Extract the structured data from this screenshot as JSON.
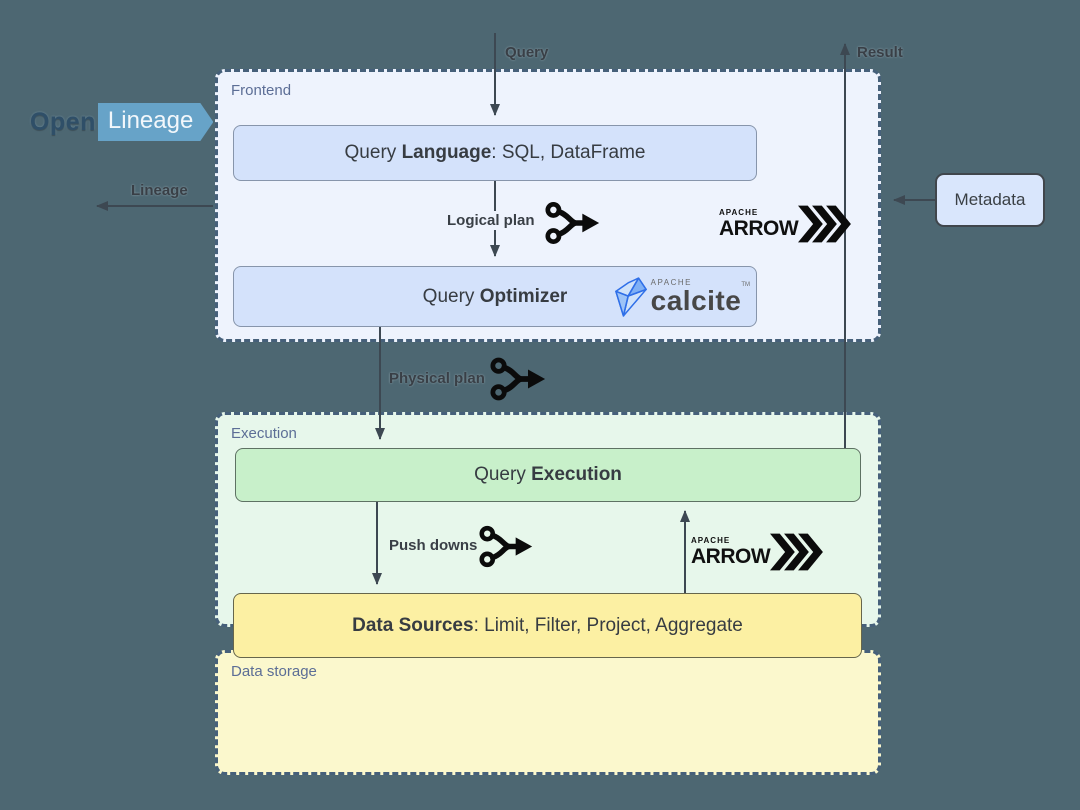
{
  "background": "#4d6772",
  "logos": {
    "openlineage": {
      "open": "Open",
      "lineage": "Lineage"
    },
    "apache_arrow": {
      "apache": "APACHE",
      "name": "ARROW"
    },
    "apache_calcite": {
      "apache": "APACHE",
      "name": "calcite",
      "tm": "TM"
    }
  },
  "zones": {
    "frontend": {
      "label": "Frontend",
      "fill": "#eef3fd"
    },
    "execution": {
      "label": "Execution",
      "fill": "#e7f7eb"
    },
    "data_storage": {
      "label": "Data storage",
      "fill": "#fbf8cd"
    }
  },
  "nodes": {
    "query_language": {
      "pre": "Query ",
      "bold": "Language",
      "post": ": SQL, DataFrame",
      "fill": "#d4e2fb"
    },
    "query_optimizer": {
      "pre": "Query ",
      "bold": "Optimizer",
      "fill": "#d4e2fb"
    },
    "query_execution": {
      "pre": "Query ",
      "bold": "Execution",
      "fill": "#c8f0ca"
    },
    "data_sources": {
      "bold": "Data Sources",
      "post": ": Limit, Filter, Project, Aggregate",
      "fill": "#fcf0a3"
    },
    "metadata": {
      "label": "Metadata",
      "fill": "#d9e6fc"
    }
  },
  "edge_labels": {
    "query": "Query",
    "result": "Result",
    "lineage": "Lineage",
    "logical_plan": "Logical plan",
    "physical_plan": "Physical plan",
    "push_downs": "Push downs"
  },
  "colors": {
    "edge_line": "#3d4852",
    "zone_border": "#46607a",
    "zone_label": "#5c6e96",
    "openlineage_banner": "#67a3c8",
    "logo_black": "#101010",
    "calcite_blue": "#2f6fe8"
  }
}
